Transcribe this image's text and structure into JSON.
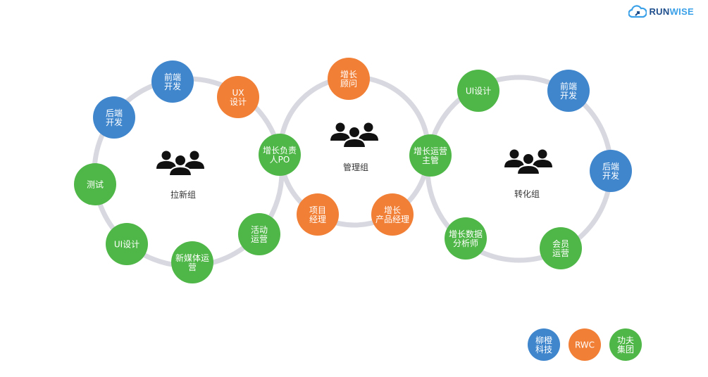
{
  "logo": {
    "run": "RUN",
    "wise": "WISE"
  },
  "colors": {
    "blue": "#3f86cd",
    "orange": "#f17f36",
    "green": "#4fb747",
    "ring": "#d8d8e0",
    "icon": "#111111"
  },
  "groups": [
    {
      "label": "拉新组",
      "nodes": [
        {
          "lines": [
            "前端",
            "开发"
          ],
          "color": "blue"
        },
        {
          "lines": [
            "UX",
            "设计"
          ],
          "color": "orange"
        },
        {
          "lines": [
            "后端",
            "开发"
          ],
          "color": "blue"
        },
        {
          "lines": [
            "测试"
          ],
          "color": "green"
        },
        {
          "lines": [
            "UI设计"
          ],
          "color": "green"
        },
        {
          "lines": [
            "新媒体运",
            "营"
          ],
          "color": "green"
        },
        {
          "lines": [
            "活动",
            "运营"
          ],
          "color": "green"
        }
      ]
    },
    {
      "label": "管理组",
      "nodes": [
        {
          "lines": [
            "增长负责",
            "人PO"
          ],
          "color": "green"
        },
        {
          "lines": [
            "增长",
            "顾问"
          ],
          "color": "orange"
        },
        {
          "lines": [
            "项目",
            "经理"
          ],
          "color": "orange"
        },
        {
          "lines": [
            "增长",
            "产品经理"
          ],
          "color": "orange"
        },
        {
          "lines": [
            "增长运营",
            "主管"
          ],
          "color": "green"
        }
      ]
    },
    {
      "label": "转化组",
      "nodes": [
        {
          "lines": [
            "UI设计"
          ],
          "color": "green"
        },
        {
          "lines": [
            "前端",
            "开发"
          ],
          "color": "blue"
        },
        {
          "lines": [
            "后端",
            "开发"
          ],
          "color": "blue"
        },
        {
          "lines": [
            "会员",
            "运营"
          ],
          "color": "green"
        },
        {
          "lines": [
            "增长数据",
            "分析师"
          ],
          "color": "green"
        }
      ]
    }
  ],
  "legend": [
    {
      "lines": [
        "柳橙",
        "科技"
      ],
      "color": "blue"
    },
    {
      "lines": [
        "RWC"
      ],
      "color": "orange"
    },
    {
      "lines": [
        "功夫",
        "集团"
      ],
      "color": "green"
    }
  ]
}
